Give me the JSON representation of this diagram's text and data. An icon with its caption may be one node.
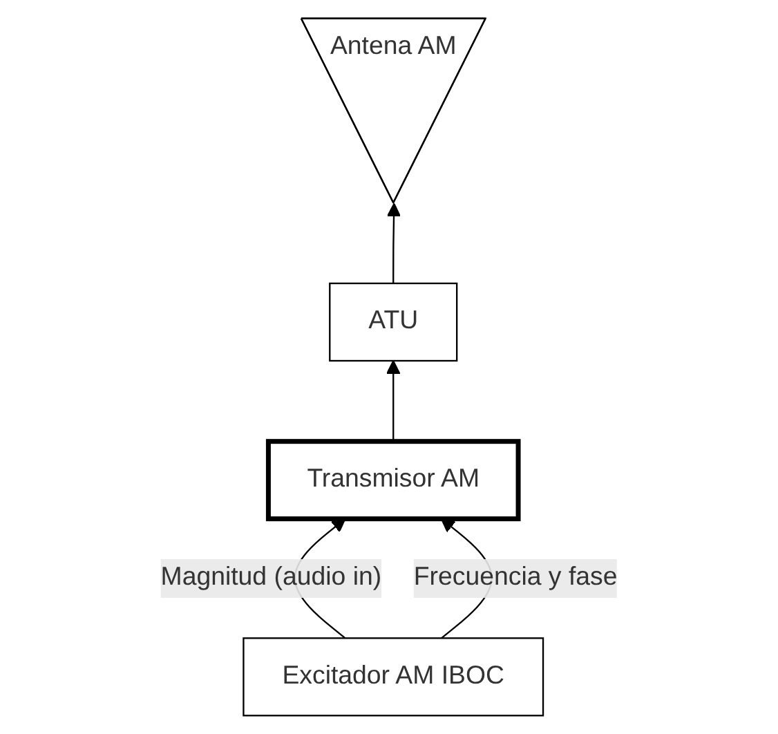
{
  "diagram": {
    "nodes": [
      {
        "text": [
          "Excitador AM IBOC"
        ]
      },
      {
        "text": [
          "Antena AM"
        ]
      },
      {
        "text": [
          "ATU"
        ]
      },
      {
        "text": [
          "Transmisor AM"
        ]
      }
    ],
    "edges": [
      {
        "from": 0,
        "to": 3,
        "arrow": "to",
        "label": "Magnitud (audio in)"
      },
      {
        "from": 0,
        "to": 3,
        "arrow": "to",
        "label": "Frecuencia y fase"
      },
      {
        "from": 3,
        "to": 2,
        "arrow": "to"
      },
      {
        "from": 2,
        "to": 1,
        "arrow": "to"
      }
    ]
  }
}
